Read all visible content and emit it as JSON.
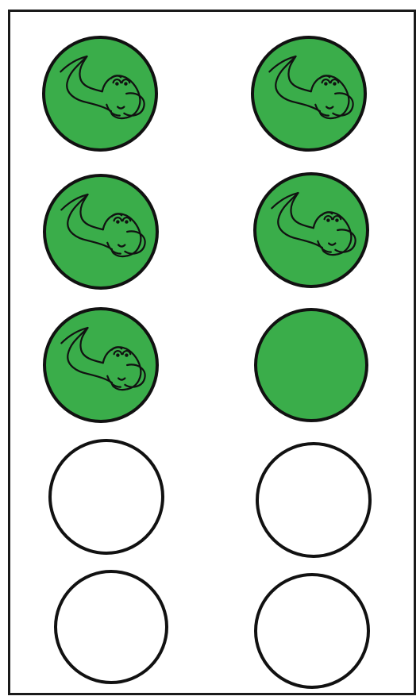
{
  "tokens": [
    {
      "state": "filled_with_icon",
      "icon": "dinosaur-icon"
    },
    {
      "state": "filled_with_icon",
      "icon": "dinosaur-icon"
    },
    {
      "state": "filled_with_icon",
      "icon": "dinosaur-icon"
    },
    {
      "state": "filled_with_icon",
      "icon": "dinosaur-icon"
    },
    {
      "state": "filled_with_icon",
      "icon": "dinosaur-icon"
    },
    {
      "state": "filled"
    },
    {
      "state": "empty"
    },
    {
      "state": "empty"
    },
    {
      "state": "empty"
    },
    {
      "state": "empty"
    }
  ],
  "filled_count": 6,
  "total_count": 10,
  "colors": {
    "fill": "#3aad4a",
    "outline": "#111111",
    "empty": "#ffffff",
    "frame": "#1a1a1a",
    "icon_line": "#111111"
  }
}
